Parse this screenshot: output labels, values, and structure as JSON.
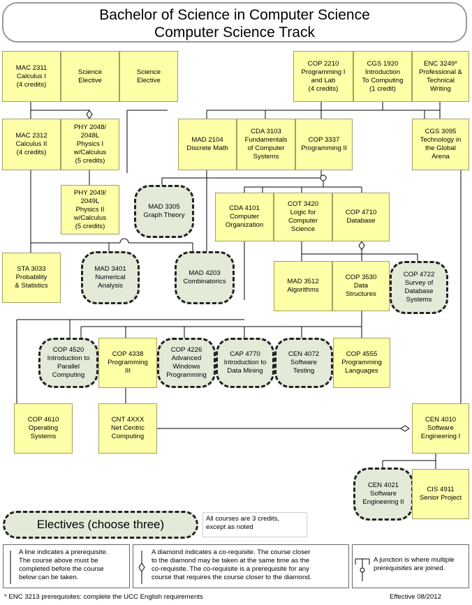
{
  "title": {
    "line1": "Bachelor of Science in Computer Science",
    "line2": "Computer Science Track"
  },
  "courses": {
    "mac2311": "MAC 2311\nCalculus I\n(4 credits)",
    "sci1": "Science\nElective",
    "sci2": "Science\nElective",
    "cop2210": "COP 2210\nProgramming I\nand Lab\n(4 credits)",
    "cgs1920": "CGS 1920\nIntroduction\nTo Computing\n(1 credit)",
    "enc3249": "ENC 3249*\nProfessional &\nTechnical\nWriting",
    "mac2312": "MAC 2312\nCalculus II\n(4 credits)",
    "phy2048": "PHY 2048/\n2048L\nPhysics I\nw/Calculus\n(5 credits)",
    "mad2104": "MAD 2104\nDiscrete Math",
    "cda3103": "CDA 3103\nFundamentals\nof Computer\nSystems",
    "cop3337": "COP 3337\nProgramming II",
    "cgs3095": "CGS 3095\nTechnology in\nthe Global\nArena",
    "phy2049": "PHY 2049/\n2049L\nPhysics II\nw/Calculus\n(5 credits)",
    "cda4101": "CDA 4101\nComputer\nOrganization",
    "cot3420": "COT 3420\nLogic for\nComputer\nScience",
    "cop4710": "COP 4710\nDatabase",
    "sta3033": "STA 3033\nProbability\n& Statistics",
    "mad3512": "MAD 3512\nAlgorithms",
    "cop3530": "COP 3530\nData\nStructures",
    "cop4338": "COP 4338\nProgramming\nIII",
    "cop4555": "COP 4555\nProgramming\nLanguages",
    "cop4610": "COP 4610\nOperating\nSystems",
    "cnt4xxx": "CNT 4XXX\nNet Centric\nComputing",
    "cen4010": "CEN 4010\nSoftware\nEngineering I",
    "cis4911": "CIS 4911\nSenior Project"
  },
  "electives": {
    "mad3305": "MAD 3305\nGraph Theory",
    "mad3401": "MAD 3401\nNumerical\nAnalysis",
    "mad4203": "MAD 4203\nCombinatorics",
    "cop4722": "COP 4722\nSurvey of\nDatabase\nSystems",
    "cop4520": "COP 4520\nIntroduction to\nParallel\nComputing",
    "cop4226": "COP 4226\nAdvanced\nWindows\nProgramming",
    "cap4770": "CAP 4770\nIntroduction to\nData Mining",
    "cen4072": "CEN 4072\nSoftware\nTesting",
    "cen4021": "CEN 4021\nSoftware\nEngineering II"
  },
  "electives_badge": "Electives (choose three)",
  "credits_note": "All courses are 3 credits,\nexcept as noted",
  "legend": {
    "line_text": "A line indicates a prerequisite.\nThe course above must be\ncompleted before the course\nbelow can be taken.",
    "diamond_text": "A diamond indicates a co-requisite. The course closer\nto the diamond may be taken at the same time as the\nco-requisite. The co-requisite is a prerequisite for any\ncourse that requires the course closer to the diamond.",
    "junction_text": "A junction is where multiple\nprerequisites are joined."
  },
  "footnote": "* ENC 3213 prerequisites: complete the UCC English requirements",
  "effective": "Effective 08/2012",
  "colors": {
    "course_fill": "#ffffa8",
    "elective_fill": "#e3ead8",
    "line": "#000000"
  }
}
